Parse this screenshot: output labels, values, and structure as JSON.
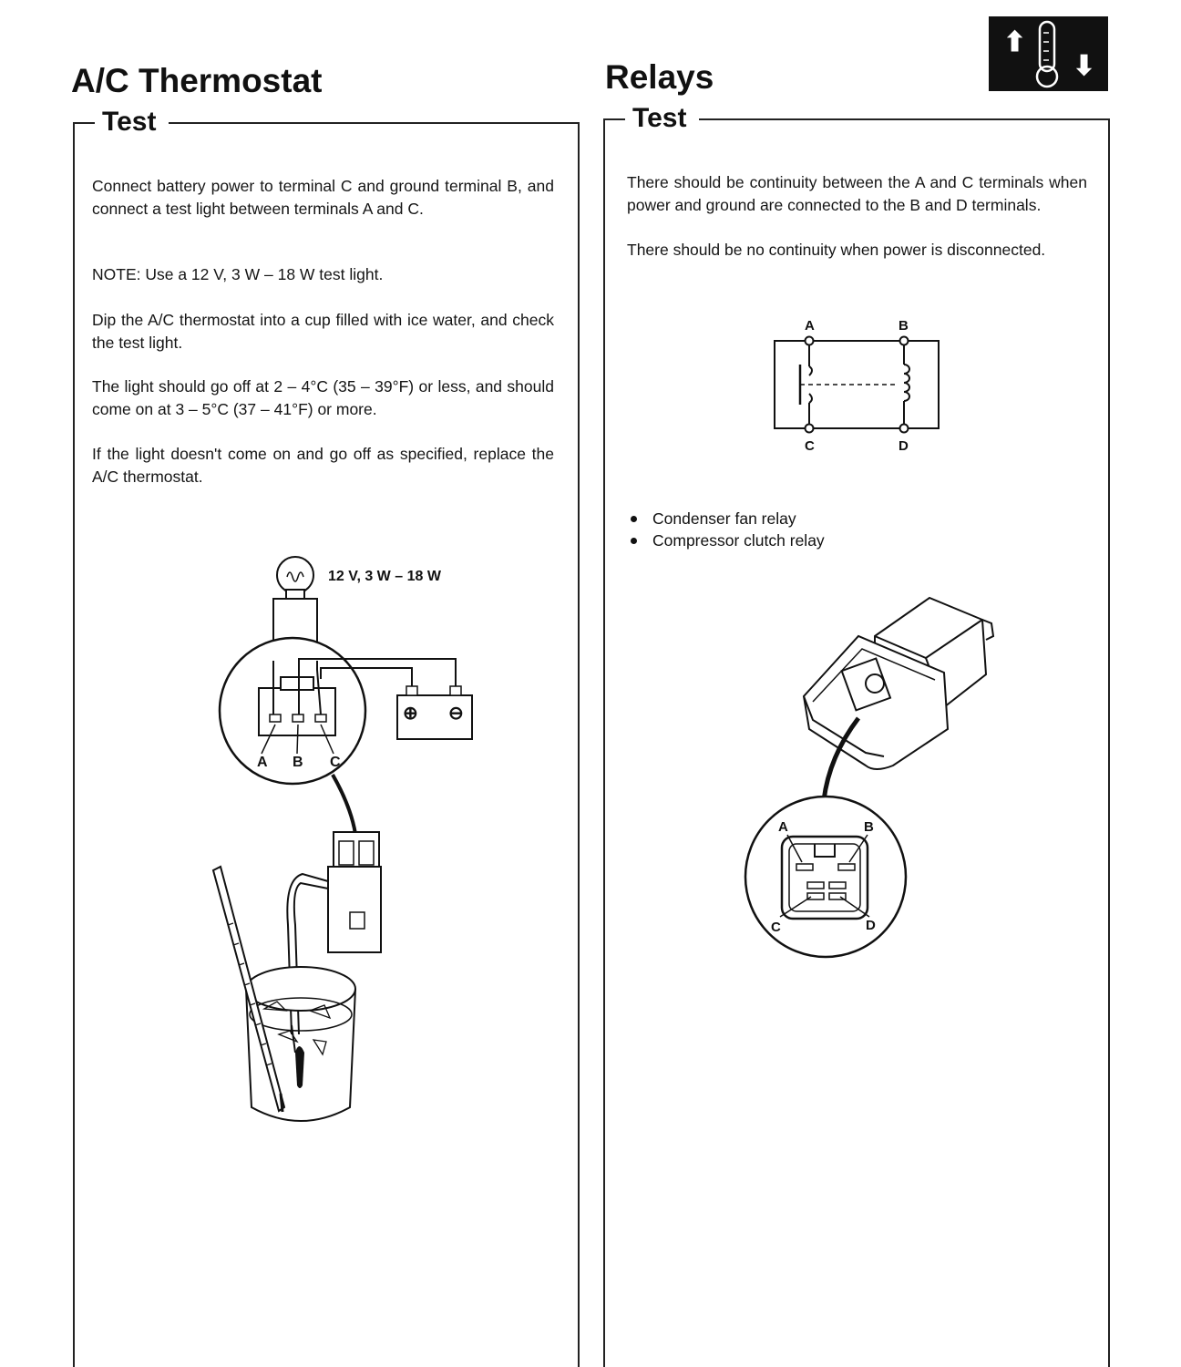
{
  "left": {
    "title": "A/C Thermostat",
    "box_title": "Test",
    "paragraphs": [
      "Connect battery power to terminal C and ground terminal B, and connect a test light between terminals A and C.",
      "NOTE:  Use a 12 V, 3 W – 18 W test light.",
      "Dip the A/C thermostat into a cup filled with ice water, and check the test light.",
      "The light should go off at 2 – 4°C (35 – 39°F) or less, and should come on at 3 – 5°C (37 – 41°F) or more.",
      "If the light doesn't come on and go off as specified, replace the A/C thermostat."
    ],
    "figure": {
      "bulb_label": "12 V, 3 W – 18 W",
      "terminals": [
        "A",
        "B",
        "C"
      ],
      "battery_plus": "⊕",
      "battery_minus": "⊖"
    }
  },
  "right": {
    "title": "Relays",
    "box_title": "Test",
    "paragraphs": [
      "There should be continuity between the A and C terminals when power and ground are connected to the B and D terminals.",
      "There should be no continuity when power is disconnected."
    ],
    "schematic_labels": {
      "a": "A",
      "b": "B",
      "c": "C",
      "d": "D"
    },
    "bullets": [
      "Condenser fan relay",
      "Compressor clutch relay"
    ],
    "connector_labels": {
      "a": "A",
      "b": "B",
      "c": "C",
      "d": "D"
    }
  },
  "header_icon": {
    "name": "thermometer-up-down-icon",
    "up": "⬆",
    "down": "⬇"
  }
}
